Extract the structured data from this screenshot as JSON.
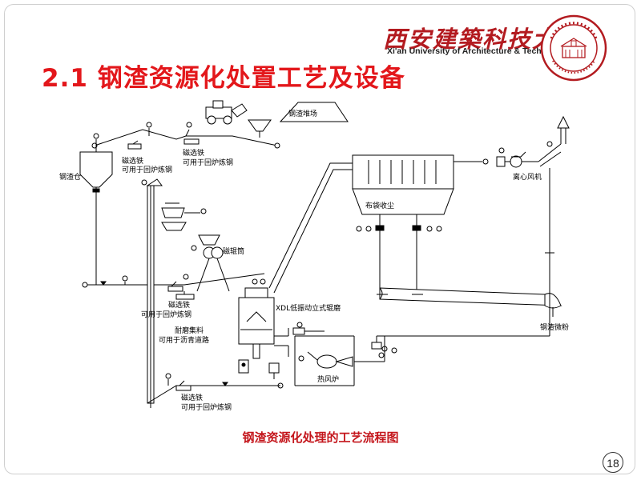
{
  "header": {
    "school_name_cn": "西安建築科技大學",
    "school_name_en": "Xi'an University of Architecture & Technology"
  },
  "title": "2.1 钢渣资源化处置工艺及设备",
  "diagram": {
    "labels": {
      "stockpile": "钢渣堆场",
      "slag_bin": "钢渣仓",
      "mag_iron_1": "磁选铁",
      "mag_iron_1_use": "可用于回炉炼钢",
      "mag_iron_2": "磁选铁",
      "mag_iron_2_use": "可用于回炉炼钢",
      "magnetic_drum": "磁辊筒",
      "mag_iron_3": "磁选铁",
      "mag_iron_3_use": "可用于回炉炼钢",
      "wear_aggregate": "耐磨集料",
      "wear_aggregate_use": "可用于沥青道路",
      "mill": "XDL低振动立式辊磨",
      "bag_filter": "布袋收尘",
      "fan": "离心风机",
      "hot_air_furnace": "热风炉",
      "steel_slag_powder": "钢渣微粉",
      "mag_iron_4": "磁选铁",
      "mag_iron_4_use": "可用于回炉炼钢"
    }
  },
  "caption": "钢渣资源化处理的工艺流程图",
  "page_number": "18",
  "colors": {
    "title": "#e3171b",
    "caption": "#c4161c",
    "brand": "#b31b20"
  }
}
